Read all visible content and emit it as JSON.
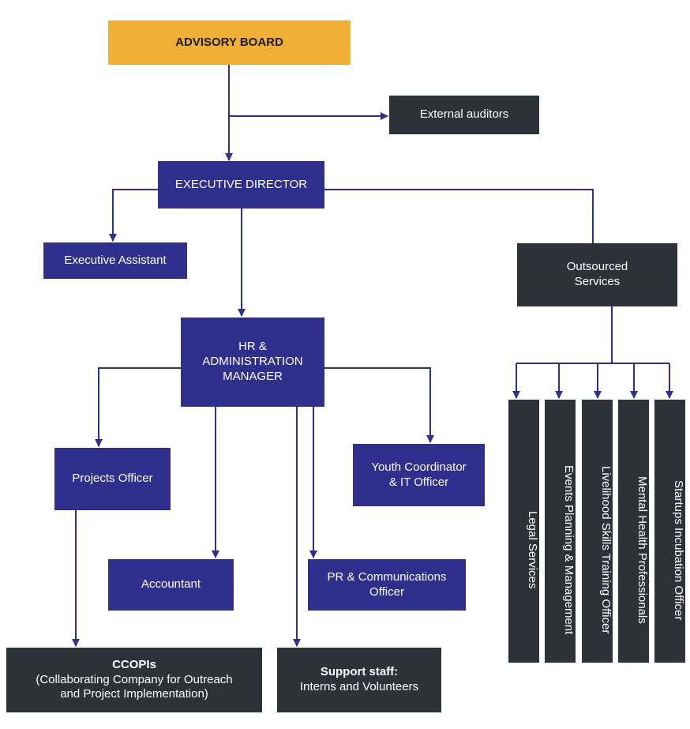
{
  "nodes": {
    "advisory_board": "ADVISORY BOARD",
    "external_auditors": "External auditors",
    "executive_director": "EXECUTIVE DIRECTOR",
    "executive_assistant": "Executive Assistant",
    "outsourced_services": [
      "Outsourced",
      "Services"
    ],
    "hr_admin_manager": [
      "HR &",
      "ADMINISTRATION",
      "MANAGER"
    ],
    "projects_officer": "Projects Officer",
    "youth_coordinator": [
      "Youth Coordinator",
      "& IT Officer"
    ],
    "accountant": "Accountant",
    "pr_officer": [
      "PR & Communications",
      "Officer"
    ],
    "ccopis": {
      "title": "CCOPIs",
      "line1": "(Collaborating Company for Outreach",
      "line2": "and Project Implementation)"
    },
    "support_staff": {
      "title": "Support staff:",
      "line1": "Interns and Volunteers"
    }
  },
  "outsourced_columns": [
    "Legal Services",
    "Events Planning & Management",
    "Livelihood Skills Training Officer",
    "Mental Health Professionals",
    "Startups Incubation Officer"
  ],
  "colors": {
    "gold": "#efae35",
    "blue": "#2f2f8e",
    "dark": "#2d3238",
    "line": "#2f2f8e"
  }
}
